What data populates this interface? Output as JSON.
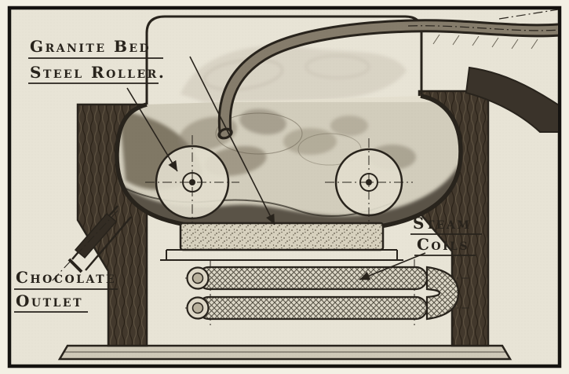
{
  "labels": {
    "granite_bed": "Granite Bed",
    "steel_roller": "Steel Roller.",
    "chocolate_outlet_line1": "Chocolate",
    "chocolate_outlet_line2": "Outlet",
    "steam_coils_line1": "Steam",
    "steam_coils_line2": "Coils"
  },
  "colors": {
    "paper": "#e8e4d6",
    "ink": "#28231c",
    "pillar_dark": "#42382c",
    "chocolate_dark": "#4e463a",
    "granite_stipple": "#d7d1be"
  }
}
